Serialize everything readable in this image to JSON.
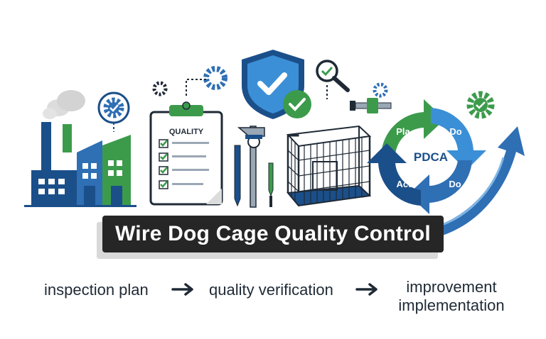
{
  "banner": {
    "title": "Wire Dog Cage Quality Control"
  },
  "clipboard": {
    "heading": "QUALITY"
  },
  "pdca": {
    "center": "PDCA",
    "plan": "Pla",
    "do_top": "Do",
    "act": "Act",
    "do_bottom": "Do"
  },
  "flow": {
    "steps": [
      {
        "label": "inspection plan"
      },
      {
        "label": "quality verification"
      },
      {
        "label": "improvement implementation"
      }
    ]
  },
  "colors": {
    "navy": "#1b4f8a",
    "blue": "#2f6fb4",
    "light_blue": "#3b8fd6",
    "green": "#3c9b4b",
    "dark": "#262626"
  },
  "icons": [
    "factory-icon",
    "cloud-smoke-icon",
    "gear-check-icon",
    "gear-icon",
    "clipboard-checklist-icon",
    "shield-check-icon",
    "check-circle-icon",
    "magnifier-check-icon",
    "caliper-icon",
    "micrometer-icon",
    "wire-cage-icon",
    "pdca-cycle-icon",
    "growth-arrow-icon"
  ]
}
